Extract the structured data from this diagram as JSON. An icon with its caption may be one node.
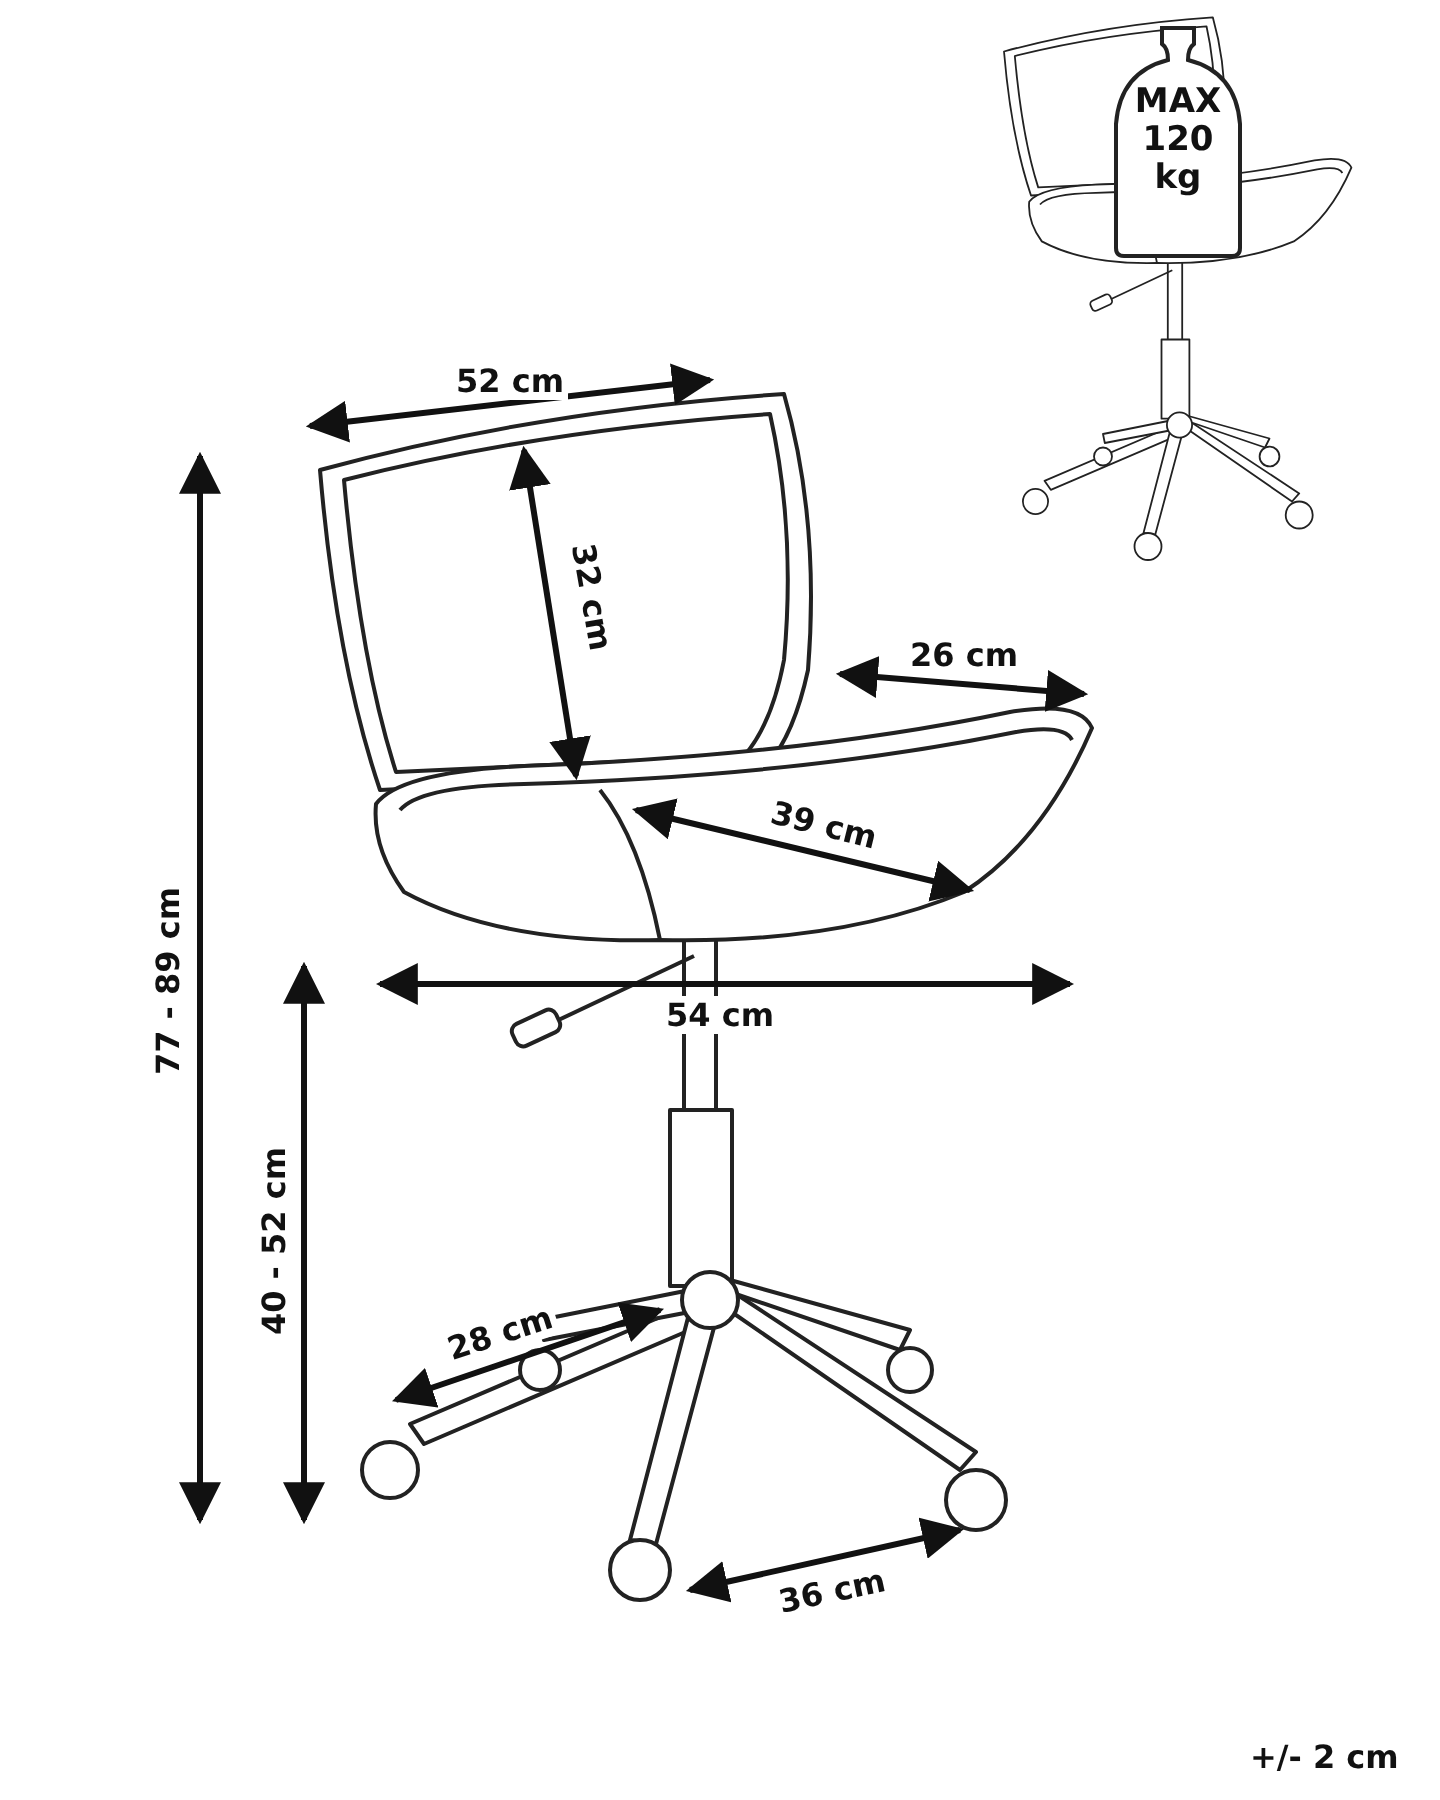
{
  "diagram": {
    "nodes": [
      {
        "text": [
          "MAX 120 kg"
        ]
      }
    ],
    "labels": [
      "52 cm",
      "32 cm",
      "26 cm",
      "39 cm",
      "77 - 89 cm",
      "54 cm",
      "40 - 52 cm",
      "28 cm",
      "36 cm",
      "+/- 2 cm"
    ]
  }
}
